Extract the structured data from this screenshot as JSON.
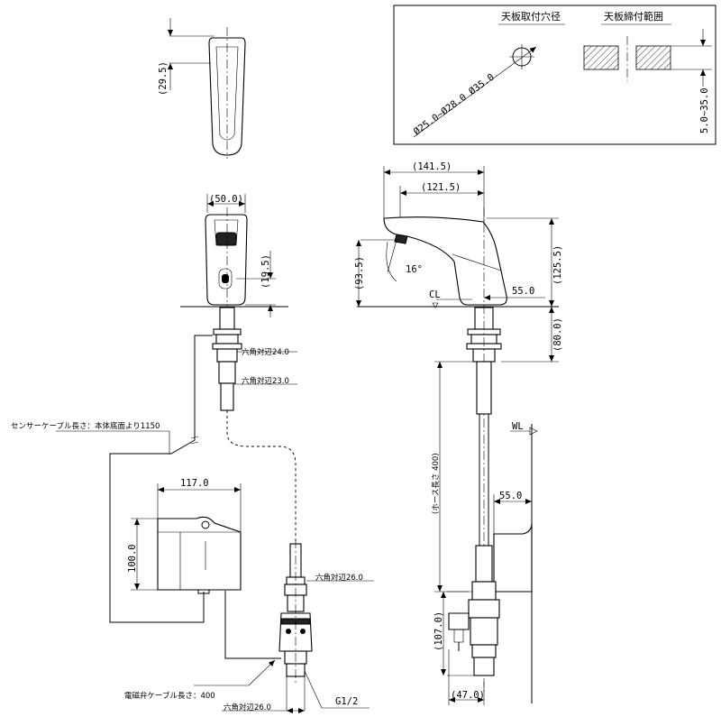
{
  "legend_box": {
    "title_hole": "天板取付穴径",
    "title_range": "天板締付範囲",
    "hole_dim": "Ø25.0~Ø28.0 Ø35.0",
    "thickness_dim": "5.0~35.0"
  },
  "top_view": {
    "dim_depth": "(29.5)"
  },
  "front_view": {
    "dim_width": "(50.0)",
    "dim_sensor_height": "(19.5)",
    "hex_24": "六角対辺24.0",
    "hex_23": "六角対辺23.0",
    "sensor_cable": "センサーケーブル長さ：本体底面より1150",
    "control_width": "117.0",
    "control_height": "100.0",
    "hex_26_upper": "六角対辺26.0",
    "valve_cable": "電磁弁ケーブル長さ：400",
    "hex_26_lower": "六角対辺26.0",
    "thread": "G1/2"
  },
  "side_view": {
    "dim_overall": "(141.5)",
    "dim_reach": "(121.5)",
    "dim_height": "(125.5)",
    "dim_spout": "(93.5)",
    "angle": "16°",
    "centerline": "CL",
    "dim_base": "55.0",
    "dim_shank": "(80.0)",
    "hose_length": "(ホース長さ 400)",
    "water_line": "WL",
    "wall_offset": "55.0",
    "valve_height": "(107.0)",
    "valve_width": "(47.0)"
  }
}
